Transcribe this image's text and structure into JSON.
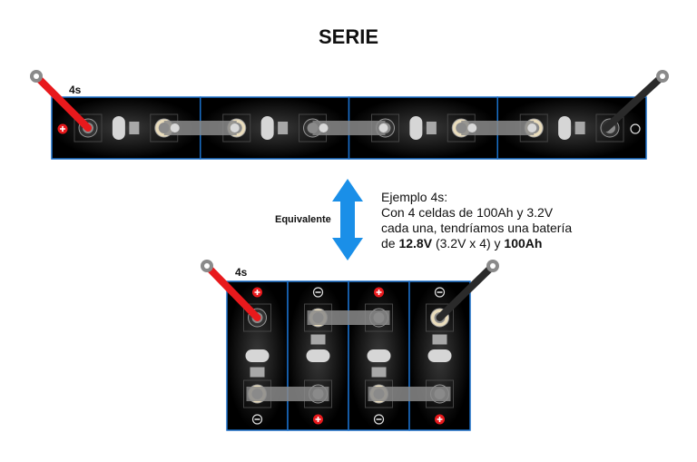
{
  "title": "SERIE",
  "top_battery": {
    "config_label": "4s",
    "cells": 4,
    "orientation": "horizontal",
    "positive_cable_color": "#e8191c",
    "negative_cable_color": "#2a2a2a"
  },
  "bottom_battery": {
    "config_label": "4s",
    "cells": 4,
    "orientation": "vertical",
    "top_terminals": [
      "+",
      "-",
      "+",
      "-"
    ],
    "bottom_terminals": [
      "-",
      "+",
      "-",
      "+"
    ]
  },
  "equivalence": {
    "label": "Equivalente",
    "arrow_color": "#1a8fe8",
    "icon": "double-arrow-vertical-icon"
  },
  "example": {
    "line1": "Ejemplo 4s:",
    "line2": "Con 4 celdas de 100Ah y 3.2V",
    "line3": "cada una, tendríamos una batería",
    "line4_prefix": "de ",
    "line4_voltage": "12.8V",
    "line4_mid": " (3.2V x 4) y ",
    "line4_capacity": "100Ah"
  },
  "colors": {
    "cell_border": "#1a6fc9",
    "cell_bg": "#000000",
    "positive_symbol": "#e8191c",
    "busbar": "#8a8a8a"
  }
}
